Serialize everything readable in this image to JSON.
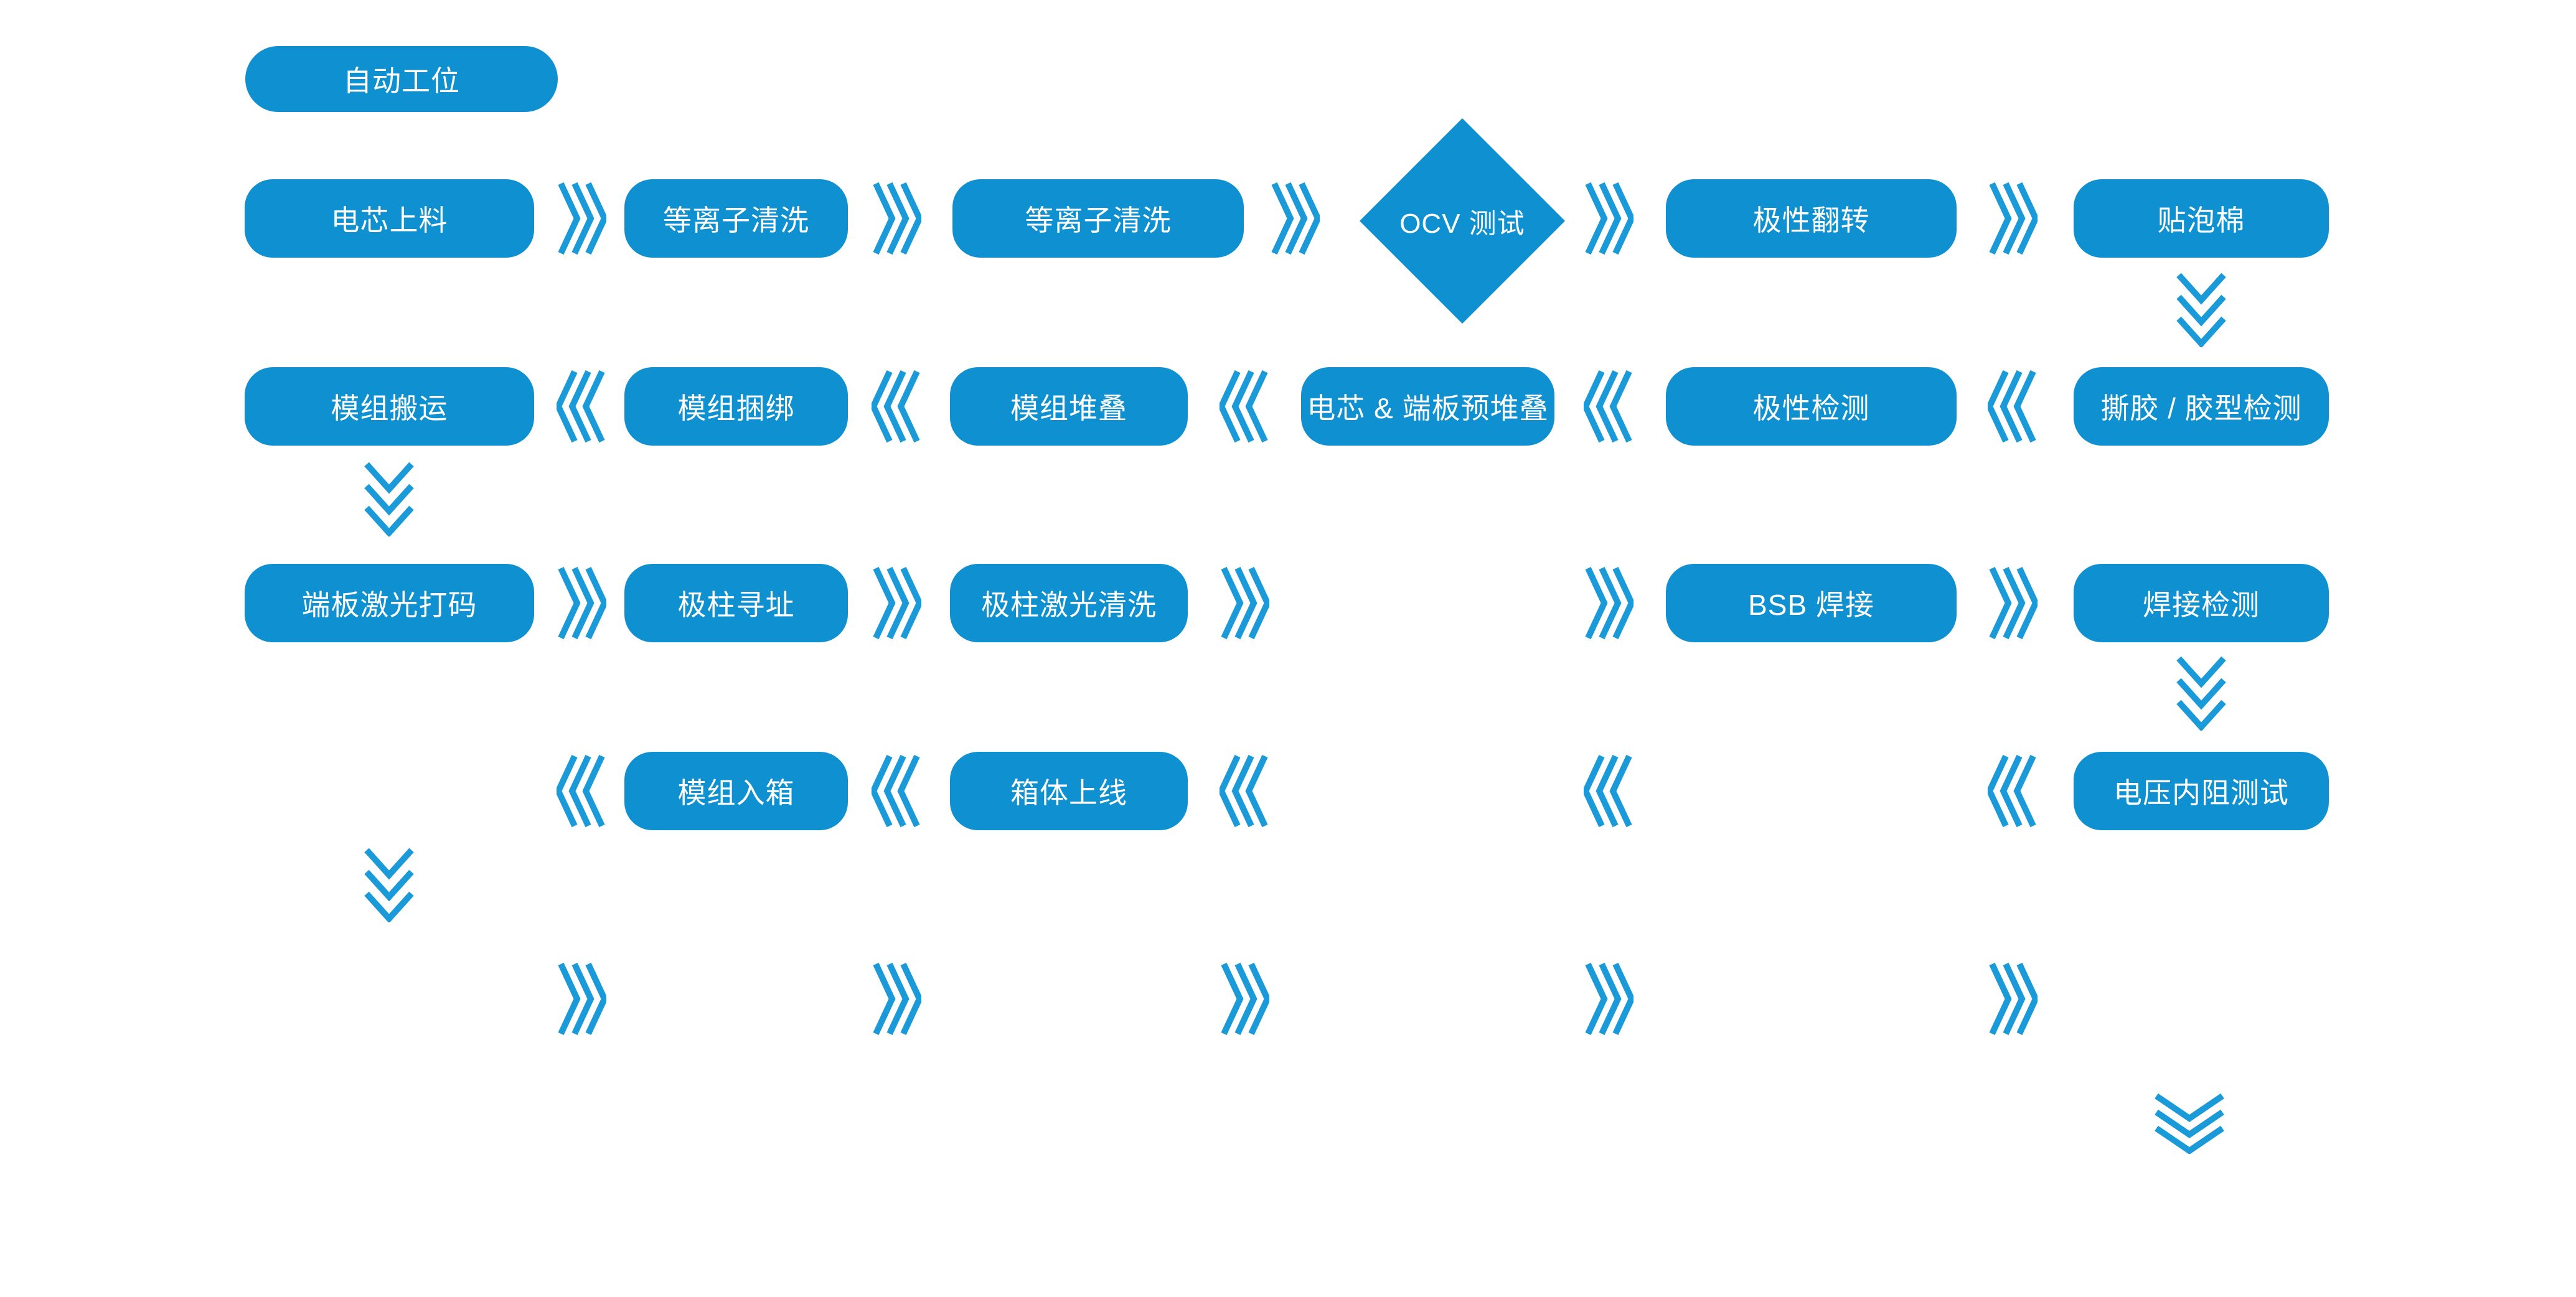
{
  "colors": {
    "box": "#0f90d0",
    "arrow": "#1a9ad8",
    "text": "#ffffff",
    "background": "#ffffff"
  },
  "legend": {
    "label": "自动工位"
  },
  "nodes": {
    "cell_loading": "电芯上料",
    "plasma_cleaning_1": "等离子清洗",
    "plasma_cleaning_2": "等离子清洗",
    "ocv_test": "OCV 测试",
    "polarity_flip": "极性翻转",
    "foam_sticking": "贴泡棉",
    "module_handling": "模组搬运",
    "module_strapping": "模组捆绑",
    "module_stacking": "模组堆叠",
    "cell_endplate_prestack": "电芯 & 端板预堆叠",
    "polarity_inspection": "极性检测",
    "tape_peel_inspection": "撕胶 / 胶型检测",
    "endplate_laser_marking": "端板激光打码",
    "pole_addressing": "极柱寻址",
    "pole_laser_cleaning": "极柱激光清洗",
    "bsb_welding": "BSB 焊接",
    "welding_inspection": "焊接检测",
    "module_into_case": "模组入箱",
    "case_loading": "箱体上线",
    "voltage_ir_test": "电压内阻测试"
  }
}
